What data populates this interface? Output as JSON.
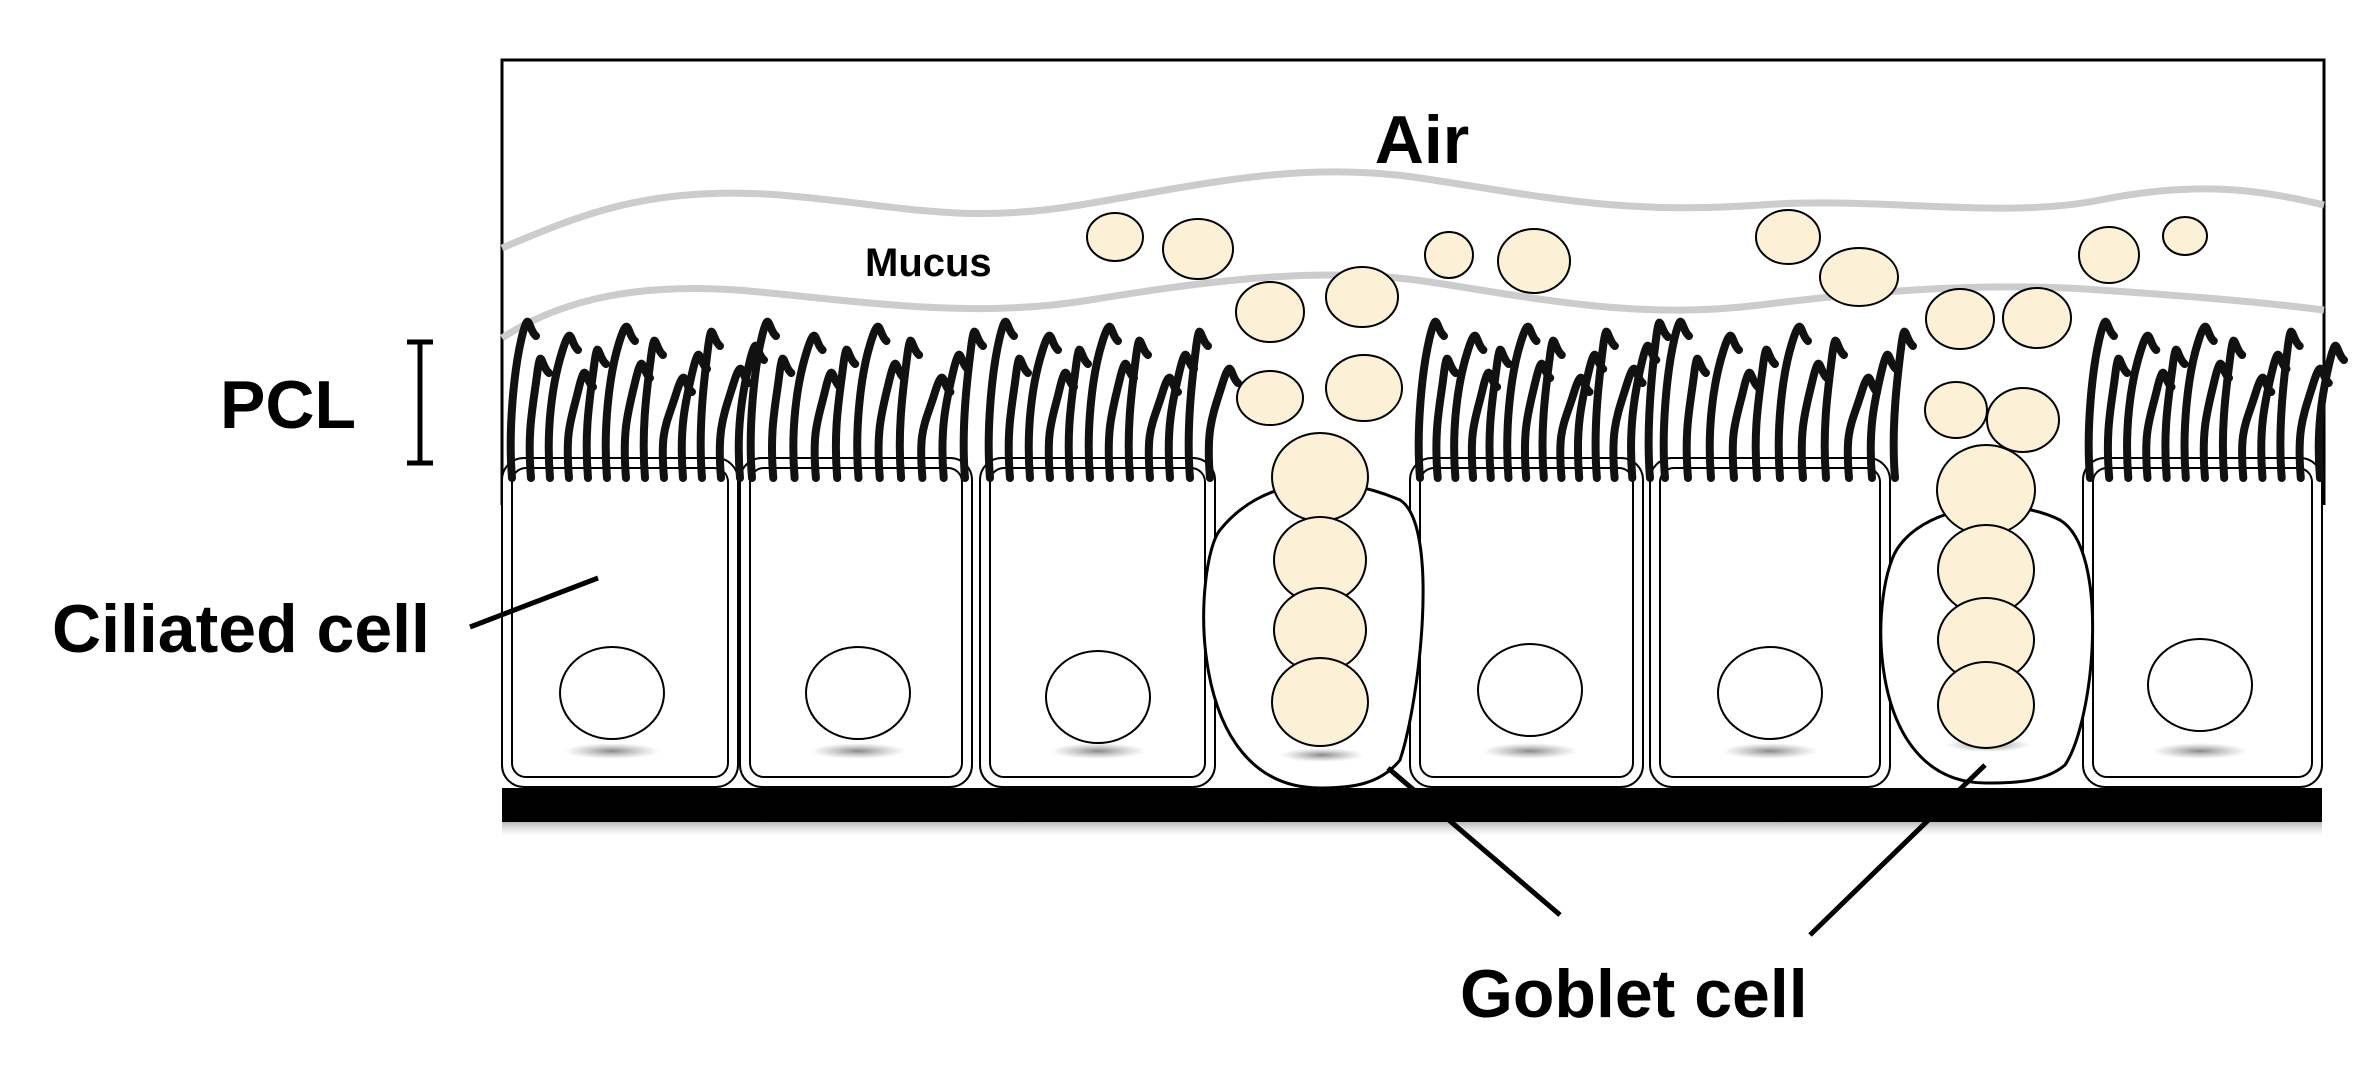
{
  "labels": {
    "air": "Air",
    "mucus": "Mucus",
    "pcl": "PCL",
    "ciliated_cell": "Ciliated cell",
    "goblet_cell": "Goblet cell"
  },
  "colors": {
    "mucus_granule_fill": "#fcf0d6",
    "mucus_boundary": "#cccccc",
    "cilia": "#111111",
    "basement_membrane": "#000000",
    "outline": "#000000"
  }
}
